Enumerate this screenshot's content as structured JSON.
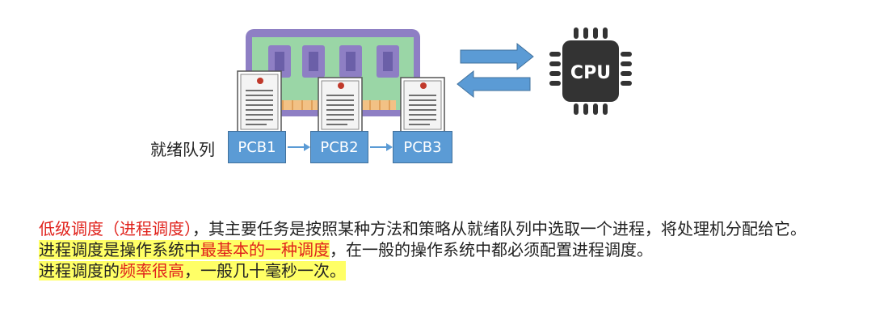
{
  "diagram": {
    "cpu_label": "CPU",
    "queue_label": "就绪队列",
    "pcbs": [
      "PCB1",
      "PCB2",
      "PCB3"
    ],
    "colors": {
      "pcb_fill": "#5b9bd5",
      "arrow_fill": "#5b9bd5",
      "ram_board": "#9ad6a6",
      "ram_frame": "#8e7fc4",
      "cpu_body": "#333333"
    }
  },
  "text": {
    "p1_highlight": "低级调度（进程调度）",
    "p1_rest": "，其主要任务是按照某种方法和策略从就绪队列中选取一个进程，将处理机分配给它。",
    "p2_a": "进程调度是操作系统中",
    "p2_b": "最基本的一种调度",
    "p2_c": "，在一般的操作系统中都必须配置进程调度。",
    "p3_a": "进程调度的",
    "p3_b": "频率很高",
    "p3_c": "，一般几十毫秒一次。"
  }
}
